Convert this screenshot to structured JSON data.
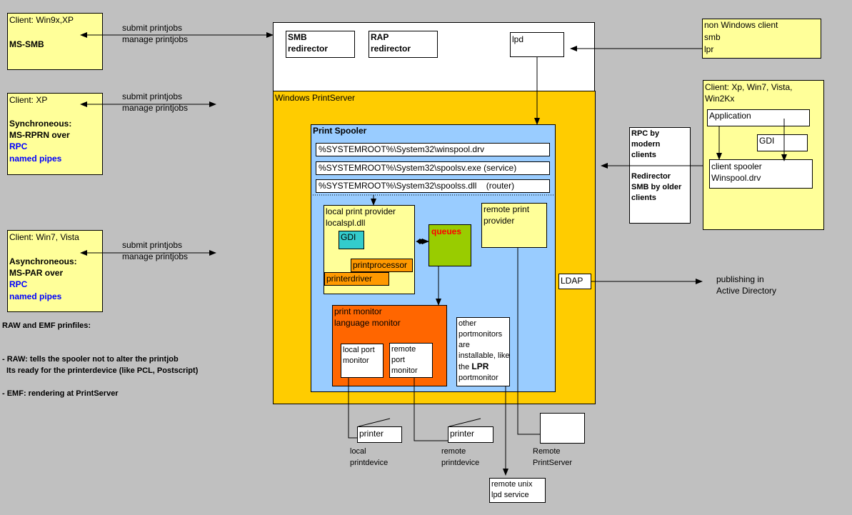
{
  "clients": {
    "win9x": {
      "title": "Client: Win9x,XP",
      "protocol": "MS-SMB",
      "arrow_line1": "submit printjobs",
      "arrow_line2": "manage printjobs"
    },
    "xp": {
      "title": "Client: XP",
      "l1": "Synchroneous:",
      "l2": "MS-RPRN over",
      "l3": "RPC",
      "l4": "named pipes",
      "arrow_line1": "submit printjobs",
      "arrow_line2": "manage printjobs"
    },
    "win7": {
      "title": "Client: Win7, Vista",
      "l1": "Asynchroneous:",
      "l2": "MS-PAR over",
      "l3": "RPC",
      "l4": "named pipes",
      "arrow_line1": "submit printjobs",
      "arrow_line2": "manage printjobs"
    }
  },
  "notes": {
    "heading": "RAW and EMF prinfiles:",
    "raw1": "- RAW: tells the spooler not to alter the printjob",
    "raw2": "Its ready for the printerdevice (like PCL, Postscript)",
    "emf": "- EMF: rendering at PrintServer"
  },
  "top_area": {
    "smb1": "SMB",
    "smb2": "redirector",
    "rap1": "RAP",
    "rap2": "redirector",
    "lpd": "lpd"
  },
  "nonwin": {
    "l1": "non Windows client",
    "l2": "smb",
    "l3": "lpr"
  },
  "server": {
    "title": "Windows PrintServer"
  },
  "spooler": {
    "title": "Print Spooler",
    "winspool": "%SYSTEMROOT%\\System32\\winspool.drv",
    "spoolsv": "%SYSTEMROOT%\\System32\\spoolsv.exe (service)",
    "spoolss": "%SYSTEMROOT%\\System32\\spoolss.dll    (router)"
  },
  "local_provider": {
    "l1": "local print provider",
    "l2": "localspl.dll",
    "gdi": "GDI",
    "printprocessor": "printprocessor",
    "printerdriver": "printerdriver"
  },
  "queues": "queues",
  "remote_provider": {
    "l1": "remote print",
    "l2": "provider"
  },
  "monitor": {
    "l1": "print monitor",
    "l2": "language monitor",
    "local1": "local port",
    "local2": "monitor",
    "remote1": "remote",
    "remote2": "port",
    "remote3": "monitor"
  },
  "other_monitors": {
    "l1": "other",
    "l2": "portmonitors",
    "l3": "are",
    "l4": "installable, like",
    "l5a": "the ",
    "l5b": "LPR",
    "l6": "portmonitor"
  },
  "rpc_box": {
    "l1": "RPC by",
    "l2": "modern",
    "l3": "clients",
    "l4": "Redirector",
    "l5": "SMB by older",
    "l6": "clients"
  },
  "modern_client": {
    "l1": "Client: Xp, Win7, Vista,",
    "l2": "Win2Kx",
    "application": "Application",
    "gdi": "GDI",
    "spooler1": "client spooler",
    "spooler2": "Winspool.drv"
  },
  "ldap": {
    "label": "LDAP",
    "pub1": "publishing in",
    "pub2": "Active Directory"
  },
  "devices": {
    "printer1": "printer",
    "local1": "local",
    "local2": "printdevice",
    "printer2": "printer",
    "remote1": "remote",
    "remote2": "printdevice",
    "rps1": "Remote",
    "rps2": "PrintServer",
    "unix1": "remote unix",
    "unix2": "lpd service"
  },
  "colors": {
    "background": "#c0c0c0",
    "client_yellow": "#ffff99",
    "server_orange": "#ffcc00",
    "spooler_blue": "#99ccff",
    "queues_green": "#99cc00",
    "monitor_orange": "#ff6600",
    "processor_orange": "#ff9900",
    "gdi_teal": "#33cccc"
  }
}
